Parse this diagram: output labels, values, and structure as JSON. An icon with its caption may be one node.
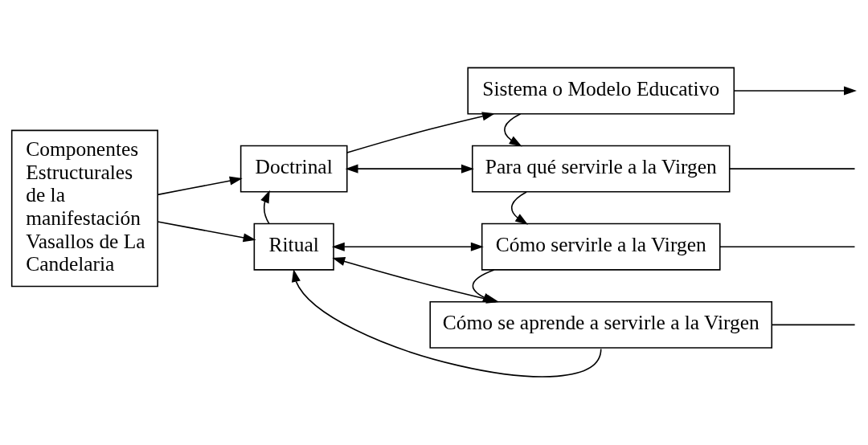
{
  "diagram": {
    "nodes": [
      {
        "text": [
          "Componentes Estructurales de la manifestación Vasallos de La Candelaria"
        ]
      },
      {
        "text": [
          "Doctrinal"
        ]
      },
      {
        "text": [
          "Ritual"
        ]
      },
      {
        "text": [
          "Sistema o Modelo Educativo"
        ]
      },
      {
        "text": [
          "Para qué servirle a la Virgen"
        ]
      },
      {
        "text": [
          "Cómo servirle a la Virgen"
        ]
      },
      {
        "text": [
          "Cómo se aprende a servirle a la Virgen"
        ]
      }
    ],
    "edges": [
      {
        "from": 0,
        "to": 1,
        "arrow": "to"
      },
      {
        "from": 0,
        "to": 2,
        "arrow": "to"
      },
      {
        "from": 2,
        "to": 1,
        "arrow": "to"
      },
      {
        "from": 1,
        "to": 3,
        "arrow": "to"
      },
      {
        "from": 3,
        "to": null,
        "arrow": "to"
      },
      {
        "from": 3,
        "to": 4,
        "arrow": "to"
      },
      {
        "from": 1,
        "to": 4,
        "arrow": "both"
      },
      {
        "from": 4,
        "to": 5,
        "arrow": "to"
      },
      {
        "from": 2,
        "to": 5,
        "arrow": "both"
      },
      {
        "from": 2,
        "to": 6,
        "arrow": "both"
      },
      {
        "from": 5,
        "to": 6,
        "arrow": "to"
      },
      {
        "from": 6,
        "to": 2,
        "arrow": "to"
      },
      {
        "from": 4,
        "to": null,
        "arrow": "none"
      },
      {
        "from": 5,
        "to": null,
        "arrow": "none"
      },
      {
        "from": 6,
        "to": null,
        "arrow": "none"
      }
    ]
  }
}
